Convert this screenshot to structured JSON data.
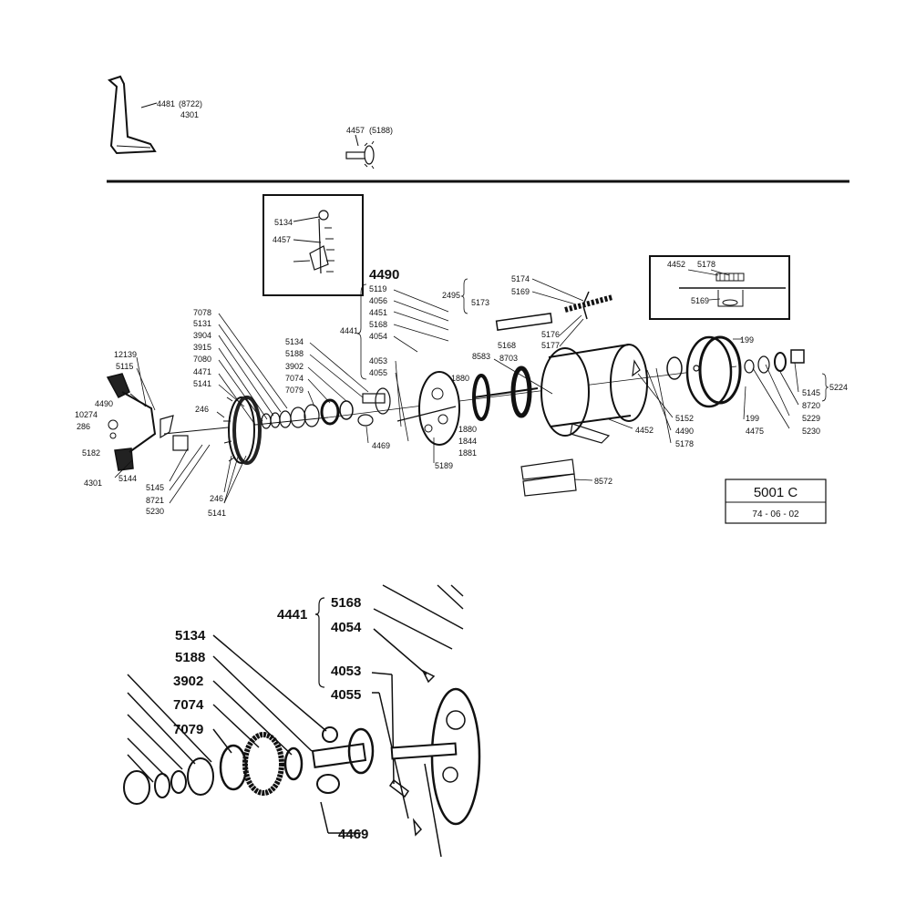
{
  "top_panel": {
    "crank_label_main": "4481",
    "crank_label_alt": "(8722)",
    "crank_label_sub": "4301",
    "screw_label_main": "4457",
    "screw_label_alt": "(5188)"
  },
  "inset_detail": {
    "labels": [
      "5134",
      "4457"
    ]
  },
  "group_4490": {
    "title": "4490",
    "items": [
      "5119",
      "4056",
      "4451",
      "5168",
      "4054"
    ],
    "side": "4441",
    "lower": [
      "4053",
      "4055"
    ]
  },
  "group_2495": {
    "side": "2495",
    "items": [
      "5173"
    ],
    "right": [
      "5174",
      "5169",
      "5176",
      "5177"
    ]
  },
  "inset_right": {
    "labels": [
      "4452",
      "5178",
      "5169"
    ]
  },
  "left_stack": [
    "7078",
    "5131",
    "3904",
    "3915",
    "7080",
    "4471",
    "5141"
  ],
  "left_stack2": [
    "5134",
    "5188",
    "3902",
    "7074",
    "7079"
  ],
  "handle_labels": [
    "12139",
    "5115",
    "4490",
    "10274",
    "286",
    "5182",
    "4301",
    "5144"
  ],
  "bottom_left_labels": [
    "5145",
    "8721",
    "5230"
  ],
  "misc_labels": {
    "l246a": "246",
    "l246b": "246",
    "l5141b": "5141",
    "l4469": "4469",
    "l5189": "5189",
    "l1880a": "1880",
    "l1880b": "1880",
    "l1844": "1844",
    "l1881": "1881",
    "l8583": "8583",
    "l5168r": "5168",
    "l8703": "8703",
    "l4452": "4452",
    "l5152": "5152",
    "l4490r": "4490",
    "l5178r": "5178",
    "l199a": "199",
    "l199b": "199",
    "l4475": "4475",
    "l5145r": "5145",
    "l8720": "8720",
    "l5229": "5229",
    "l5230r": "5230",
    "l5224": "5224",
    "l8572": "8572"
  },
  "model_box": {
    "title": "5001 C",
    "date": "74 - 06 - 02"
  },
  "zoom": {
    "side": "4441",
    "top": [
      "5168",
      "4054"
    ],
    "mid": [
      "4053",
      "4055"
    ],
    "left": [
      "5134",
      "5188",
      "3902",
      "7074",
      "7079"
    ],
    "bottom": "4469"
  }
}
